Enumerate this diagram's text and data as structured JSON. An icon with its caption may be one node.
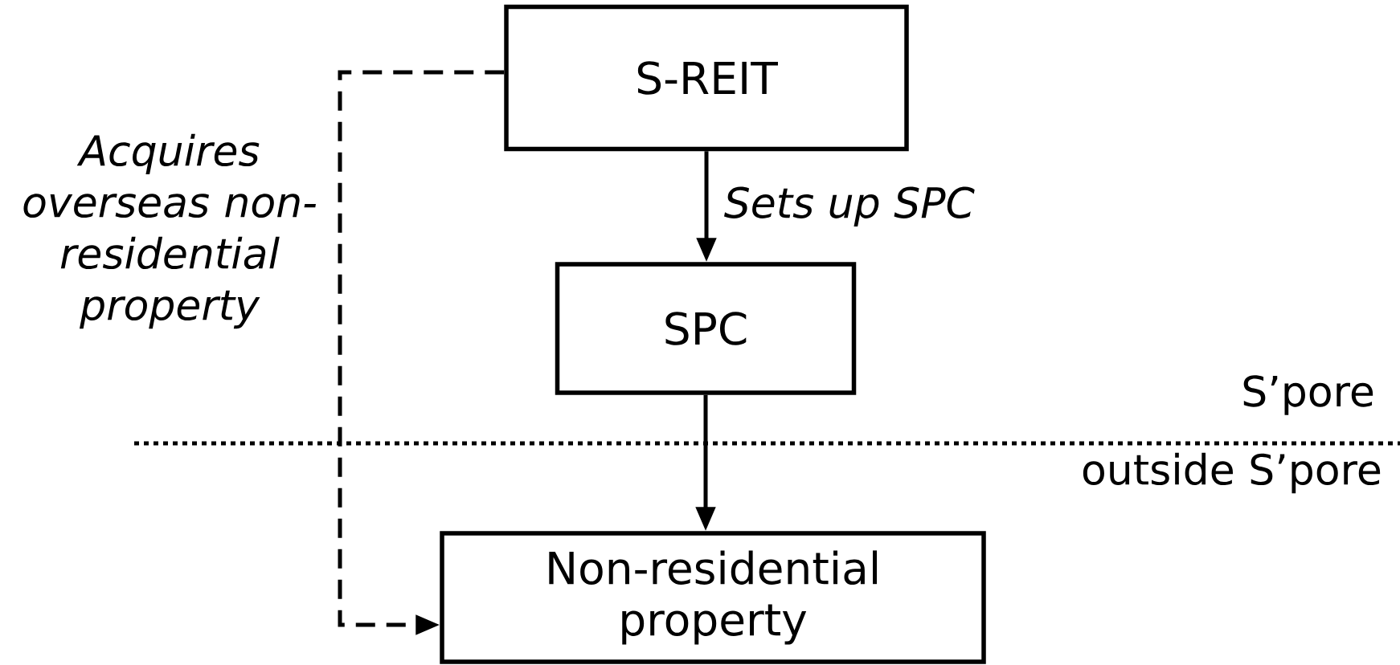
{
  "diagram": {
    "nodes": [
      {
        "text": [
          "S-REIT"
        ]
      },
      {
        "text": [
          "SPC"
        ]
      },
      {
        "text": [
          "Non-residential property"
        ]
      }
    ],
    "edges": [
      {
        "from": 0,
        "to": 1,
        "arrow": "to",
        "label": "Sets up SPC"
      },
      {
        "from": 1,
        "to": 2,
        "arrow": "to"
      },
      {
        "from": 0,
        "to": 2,
        "arrow": "to",
        "style": "dashed",
        "label": "Acquires overseas non-residential property"
      }
    ],
    "labels": [
      "S’pore",
      "outside S’pore"
    ]
  }
}
